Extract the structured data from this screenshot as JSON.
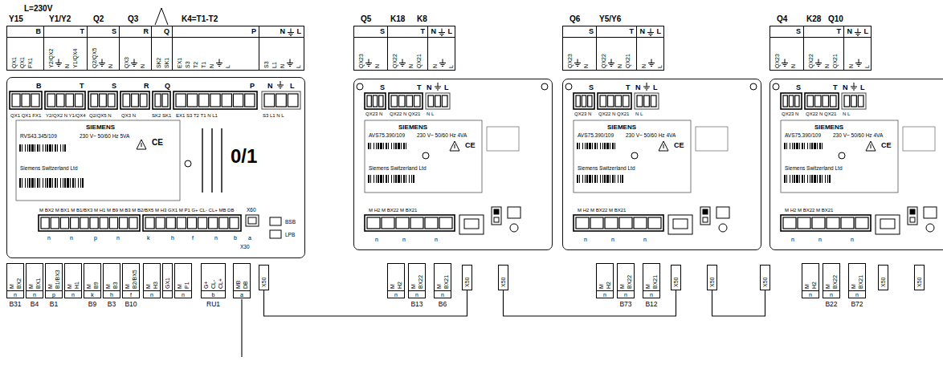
{
  "diagram": {
    "nodes": [
      {
        "text": [
          "Y15",
          "B",
          "QX1",
          "QX1",
          "FX1"
        ]
      },
      {
        "text": [
          "Y1/Y2",
          "T",
          "Y2/QX2",
          "N",
          "Y1/QX4"
        ]
      },
      {
        "text": [
          "Q2",
          "S",
          "Q2/QX5",
          "N"
        ]
      },
      {
        "text": [
          "Q3",
          "R",
          "QX3",
          "N"
        ]
      },
      {
        "text": [
          "Q",
          "SK2",
          "SK1"
        ]
      },
      {
        "text": [
          "K4=T1-T2",
          "P",
          "EX1",
          "S3",
          "T2",
          "T1",
          "N",
          "L"
        ]
      },
      {
        "text": [
          "N",
          "L",
          "S3",
          "L1",
          "N",
          "L"
        ]
      },
      {
        "text": [
          "B",
          "T",
          "S",
          "R",
          "Q",
          "P",
          "N",
          "L",
          "QX1 QX1 FX1",
          "Y2/QX2 N Y1/QX4",
          "Q2/QX5 N",
          "QX3 N",
          "SK2 SK1",
          "EX1 S3 T2 T1 N L1",
          "S3 L1 N L",
          "SIEMENS",
          "RVS43.345/109",
          "230 V~ 50/60 Hz 5VA",
          "CE",
          "Siemens Switzerland Ltd",
          "0/1",
          "M BX2 M BX1 M B1/BX3 M H1 M B9 M B3 M B2/BX5 M H3 GX1 M P1 G+ CL- CL+ MB DB",
          "X60",
          "n",
          "n",
          "p",
          "n",
          "k",
          "h",
          "f",
          "n",
          "b",
          "a",
          "BSB",
          "LPB",
          "X30"
        ]
      },
      {
        "text": [
          "M",
          "BX2",
          "n",
          "B31"
        ]
      },
      {
        "text": [
          "M",
          "BX1",
          "n",
          "B4"
        ]
      },
      {
        "text": [
          "M",
          "B1/BX3",
          "p",
          "B1"
        ]
      },
      {
        "text": [
          "M",
          "H1",
          "n"
        ]
      },
      {
        "text": [
          "M",
          "B9",
          "k",
          "B9"
        ]
      },
      {
        "text": [
          "M",
          "B3",
          "h",
          "B3"
        ]
      },
      {
        "text": [
          "M",
          "B2/BX5",
          "f",
          "B10"
        ]
      },
      {
        "text": [
          "M",
          "H3",
          "n"
        ]
      },
      {
        "text": [
          "GX1"
        ]
      },
      {
        "text": [
          "M",
          "P1",
          "n"
        ]
      },
      {
        "text": [
          "G+",
          "CL-",
          "CL+",
          "b",
          "RU1"
        ]
      },
      {
        "text": [
          "MB",
          "DB",
          "a"
        ]
      },
      {
        "text": [
          "X50"
        ]
      },
      {
        "text": [
          "Q5",
          "S",
          "QX23",
          "N"
        ]
      },
      {
        "text": [
          "K18",
          "K8",
          "T",
          "QX22",
          "N",
          "QX21"
        ]
      },
      {
        "text": [
          "N",
          "L",
          "N",
          "L"
        ]
      },
      {
        "text": [
          "S",
          "T",
          "N",
          "L",
          "QX23 N",
          "QX22 N QX21",
          "N L",
          "SIEMENS",
          "AVS75.390/109",
          "230 V~ 50/60 Hz 4VA",
          "CE",
          "Siemens Switzerland Ltd",
          "M H2 M BX22 M BX21",
          "n",
          "n",
          "n"
        ]
      },
      {
        "text": [
          "M",
          "H2",
          "n"
        ]
      },
      {
        "text": [
          "M",
          "BX22",
          "n",
          "B13"
        ]
      },
      {
        "text": [
          "M",
          "BX21",
          "n",
          "B6"
        ]
      },
      {
        "text": [
          "X50"
        ]
      },
      {
        "text": [
          "X50"
        ]
      },
      {
        "text": [
          "Q6",
          "S",
          "QX23",
          "N"
        ]
      },
      {
        "text": [
          "Y5/Y6",
          "T",
          "QX22",
          "N",
          "QX21"
        ]
      },
      {
        "text": [
          "N",
          "L",
          "N",
          "L"
        ]
      },
      {
        "text": [
          "S",
          "T",
          "N",
          "L",
          "QX23 N",
          "QX22 N QX21",
          "N L",
          "SIEMENS",
          "AVS75.390/109",
          "230 V~ 50/60 Hz 4VA",
          "CE",
          "Siemens Switzerland Ltd",
          "M H2 M BX22 M BX21",
          "n",
          "n",
          "n"
        ]
      },
      {
        "text": [
          "M",
          "H2",
          "n"
        ]
      },
      {
        "text": [
          "M",
          "BX22",
          "n",
          "B73"
        ]
      },
      {
        "text": [
          "M",
          "BX21",
          "n",
          "B12"
        ]
      },
      {
        "text": [
          "X50"
        ]
      },
      {
        "text": [
          "X50"
        ]
      },
      {
        "text": [
          "Q4",
          "S",
          "QX23",
          "N"
        ]
      },
      {
        "text": [
          "K28",
          "Q10",
          "T",
          "QX22",
          "N",
          "QX21"
        ]
      },
      {
        "text": [
          "N",
          "L",
          "N",
          "L"
        ]
      },
      {
        "text": [
          "S",
          "T",
          "N",
          "L",
          "QX23 N",
          "QX22 N QX21",
          "N L",
          "SIEMENS",
          "AVS75.390/109",
          "230 V~ 50/60 Hz 4VA",
          "CE",
          "Siemens Switzerland Ltd",
          "M H2 M BX22 M BX21",
          "n",
          "n",
          "n"
        ]
      },
      {
        "text": [
          "X50"
        ]
      },
      {
        "text": [
          "M",
          "H2",
          "n"
        ]
      },
      {
        "text": [
          "M",
          "BX22",
          "n",
          "B22"
        ]
      },
      {
        "text": [
          "M",
          "BX21",
          "n",
          "B72"
        ]
      },
      {
        "text": [
          "X50"
        ]
      },
      {
        "text": [
          "X50"
        ]
      }
    ],
    "edges": [
      {
        "from": 20,
        "to": 28,
        "arrow": "none"
      },
      {
        "from": 29,
        "to": 37,
        "arrow": "none"
      },
      {
        "from": 38,
        "to": 43,
        "arrow": "none"
      }
    ],
    "labels": [
      "L=230V"
    ]
  }
}
